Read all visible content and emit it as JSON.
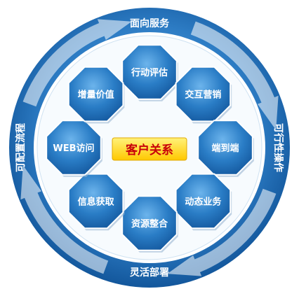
{
  "center": {
    "label": "客户关系"
  },
  "ring_labels": {
    "top": "面向服务",
    "right": "可行性操作",
    "bottom": "灵活部署",
    "left": "可配置流程"
  },
  "nodes": [
    {
      "id": "action-eval",
      "label": "行动评估"
    },
    {
      "id": "interactive-marketing",
      "label": "交互营销"
    },
    {
      "id": "end-to-end",
      "label": "端到端"
    },
    {
      "id": "dynamic-business",
      "label": "动态业务"
    },
    {
      "id": "resource-integration",
      "label": "资源整合"
    },
    {
      "id": "info-acquisition",
      "label": "信息获取"
    },
    {
      "id": "web-access",
      "label": "WEB访问"
    },
    {
      "id": "incremental-value",
      "label": "增量价值"
    }
  ],
  "colors": {
    "ring_dark": "#1660a8",
    "ring_light": "#4d9ad8",
    "octagon": "#1f70bc",
    "octagon_light": "#5aa6e2",
    "center_fill": "#ffd400",
    "center_text": "#c8000a",
    "arrow": "#dbeaf6"
  }
}
